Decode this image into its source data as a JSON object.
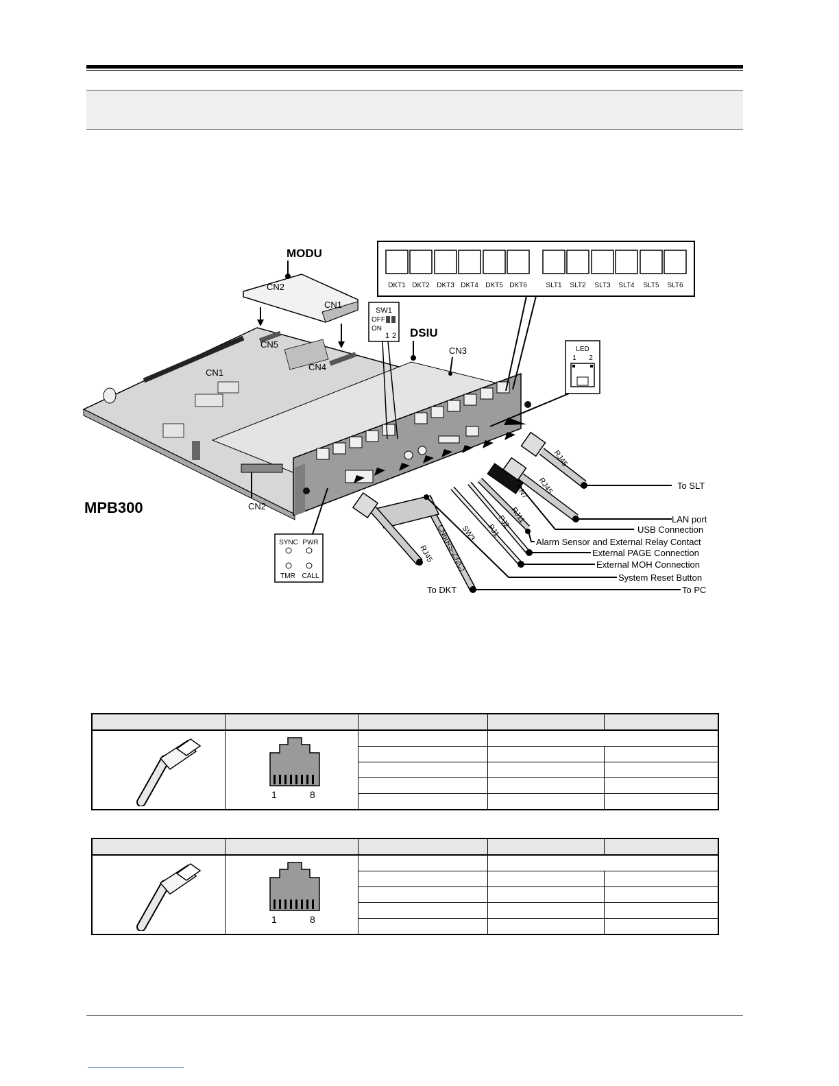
{
  "figure": {
    "modu_title": "MODU",
    "modu_cn2": "CN2",
    "modu_cn1": "CN1",
    "board_cn1": "CN1",
    "board_cn2": "CN2",
    "cn3": "CN3",
    "cn4": "CN4",
    "cn5": "CN5",
    "dsiu": "DSIU",
    "board_name": "MPB300",
    "sw1": {
      "title": "SW1",
      "off": "OFF",
      "on": "ON",
      "pos1": "1",
      "pos2": "2"
    },
    "led": {
      "title": "LED",
      "pos1": "1",
      "pos2": "2"
    },
    "led_panel": {
      "sync": "SYNC",
      "pwr": "PWR",
      "tmr": "TMR",
      "call": "CALL"
    },
    "dkt_ports": [
      "DKT1",
      "DKT2",
      "DKT3",
      "DKT4",
      "DKT5",
      "DKT6"
    ],
    "slt_ports": [
      "SLT1",
      "SLT2",
      "SLT3",
      "SLT4",
      "SLT5",
      "SLT6"
    ],
    "cable_labels": {
      "rj45_slt": "RJ45",
      "rj45_lan": "RJ45",
      "cn7": "CN7",
      "rj11": "RJ11",
      "pj2": "PJ2",
      "pj1": "PJ1",
      "sw3": "SW3",
      "cn6": "CN6(RS-232C)",
      "rj45_dkt": "RJ45"
    },
    "callouts": [
      "To SLT",
      "LAN port",
      "USB Connection",
      "Alarm Sensor and External Relay Contact",
      "External PAGE Connection",
      "External MOH Connection",
      "System Reset Button",
      "To PC"
    ],
    "to_dkt": "To DKT"
  },
  "tables": [
    {
      "jack_pin_left": "1",
      "jack_pin_right": "8"
    },
    {
      "jack_pin_left": "1",
      "jack_pin_right": "8"
    }
  ]
}
